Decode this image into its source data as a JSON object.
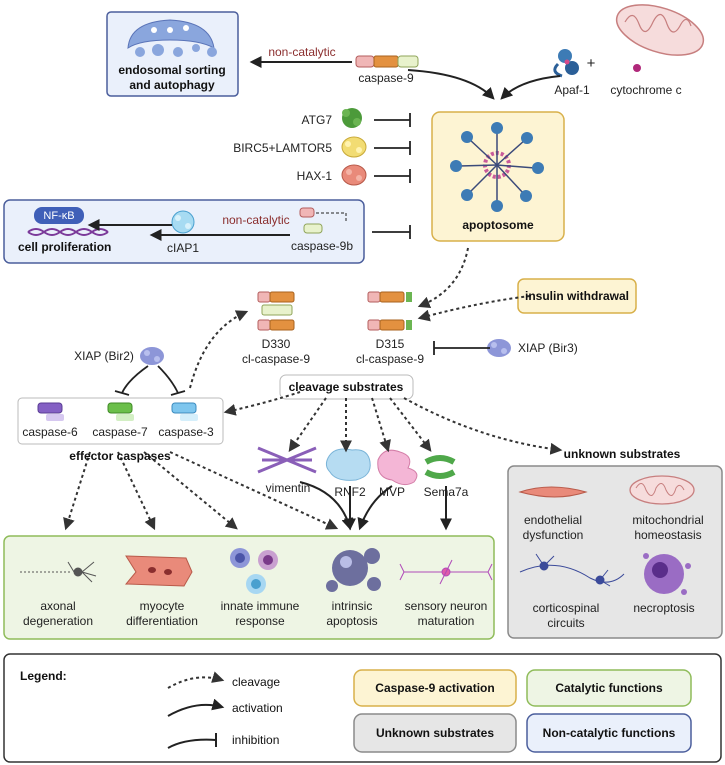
{
  "labels": {
    "endosomal_line1": "endosomal sorting",
    "endosomal_line2": "and autophagy",
    "non_catalytic_top": "non-catalytic",
    "caspase9": "caspase-9",
    "apaf1": "Apaf-1",
    "plus": "+",
    "cytochrome_c": "cytochrome c",
    "atg7": "ATG7",
    "birc5": "BIRC5+LAMTOR5",
    "hax1": "HAX-1",
    "apoptosome": "apoptosome",
    "nfkb": "NF-κB",
    "cell_proliferation": "cell proliferation",
    "ciap1": "cIAP1",
    "non_catalytic_mid": "non-catalytic",
    "caspase9b": "caspase-9b",
    "insulin_withdrawal": "insulin withdrawal",
    "d330_line1": "D330",
    "d330_line2": "cl-caspase-9",
    "d315_line1": "D315",
    "d315_line2": "cl-caspase-9",
    "xiap_bir2": "XIAP (Bir2)",
    "xiap_bir3": "XIAP (Bir3)",
    "cleavage_substrates": "cleavage substrates",
    "caspase6": "caspase-6",
    "caspase7": "caspase-7",
    "caspase3": "caspase-3",
    "effector_caspases": "effector caspases",
    "vimentin": "vimentin",
    "rnf2": "RNF2",
    "mvp": "MVP",
    "sema7a": "Sema7a",
    "unknown_substrates": "unknown substrates",
    "endothelial_line1": "endothelial",
    "endothelial_line2": "dysfunction",
    "mito_line1": "mitochondrial",
    "mito_line2": "homeostasis",
    "cortico_line1": "corticospinal",
    "cortico_line2": "circuits",
    "necroptosis": "necroptosis",
    "axonal_line1": "axonal",
    "axonal_line2": "degeneration",
    "myocyte_line1": "myocyte",
    "myocyte_line2": "differentiation",
    "innate_line1": "innate immune",
    "innate_line2": "response",
    "intrinsic_line1": "intrinsic",
    "intrinsic_line2": "apoptosis",
    "sensory_line1": "sensory neuron",
    "sensory_line2": "maturation"
  },
  "legend": {
    "title": "Legend:",
    "cleavage": "cleavage",
    "activation": "activation",
    "inhibition": "inhibition",
    "box_activation": "Caspase-9 activation",
    "box_catalytic": "Catalytic functions",
    "box_unknown": "Unknown substrates",
    "box_noncatalytic": "Non-catalytic functions"
  },
  "colors": {
    "activation_box": "#fdf4d3",
    "activation_border": "#d8b04a",
    "catalytic_box": "#eef5e4",
    "catalytic_border": "#8fbc5a",
    "unknown_box": "#e6e6e6",
    "unknown_border": "#8a8a8a",
    "noncatalytic_box": "#eaf0fb",
    "noncatalytic_border": "#4b5e9c"
  }
}
